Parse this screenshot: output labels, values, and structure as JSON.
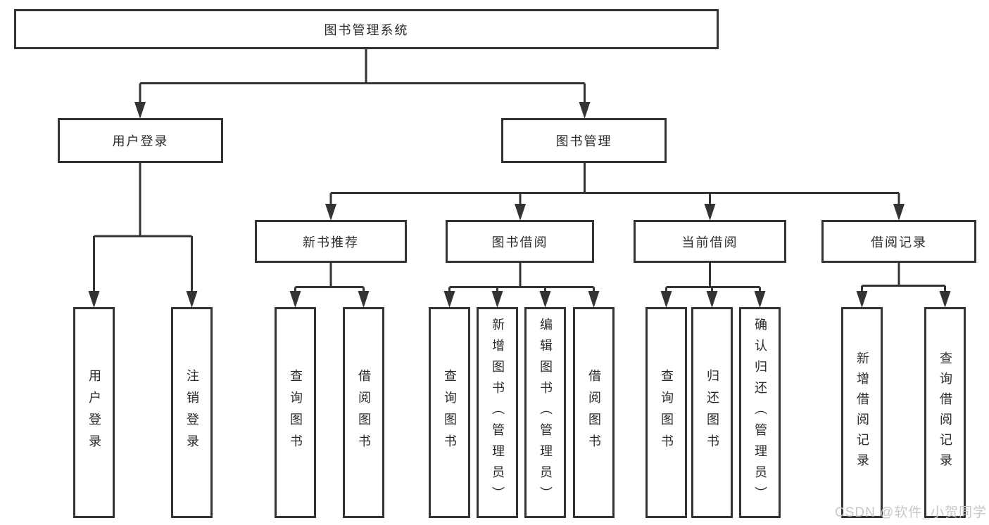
{
  "tree": {
    "root": {
      "label": "图书管理系统"
    },
    "level2": [
      {
        "label": "用户登录"
      },
      {
        "label": "图书管理"
      }
    ],
    "level3": [
      {
        "label": "新书推荐"
      },
      {
        "label": "图书借阅"
      },
      {
        "label": "当前借阅"
      },
      {
        "label": "借阅记录"
      }
    ],
    "level4": {
      "under_user_login": [
        "用户登录",
        "注销登录"
      ],
      "under_new_book_recommend": [
        "查询图书",
        "借阅图书"
      ],
      "under_book_borrowing": [
        "查询图书",
        "新增图书（管理员）",
        "编辑图书（管理员）",
        "借阅图书"
      ],
      "under_current_borrowing": [
        "查询图书",
        "归还图书",
        "确认归还（管理员）"
      ],
      "under_borrowing_records": [
        "新增借阅记录",
        "查询借阅记录"
      ]
    }
  },
  "watermark": {
    "text": "CSDN @软件_小贺同学"
  },
  "colors": {
    "line": "#333333",
    "box_border": "#333333",
    "text": "#2b2b2b",
    "background": "#ffffff",
    "watermark": "#c5c5c5"
  }
}
